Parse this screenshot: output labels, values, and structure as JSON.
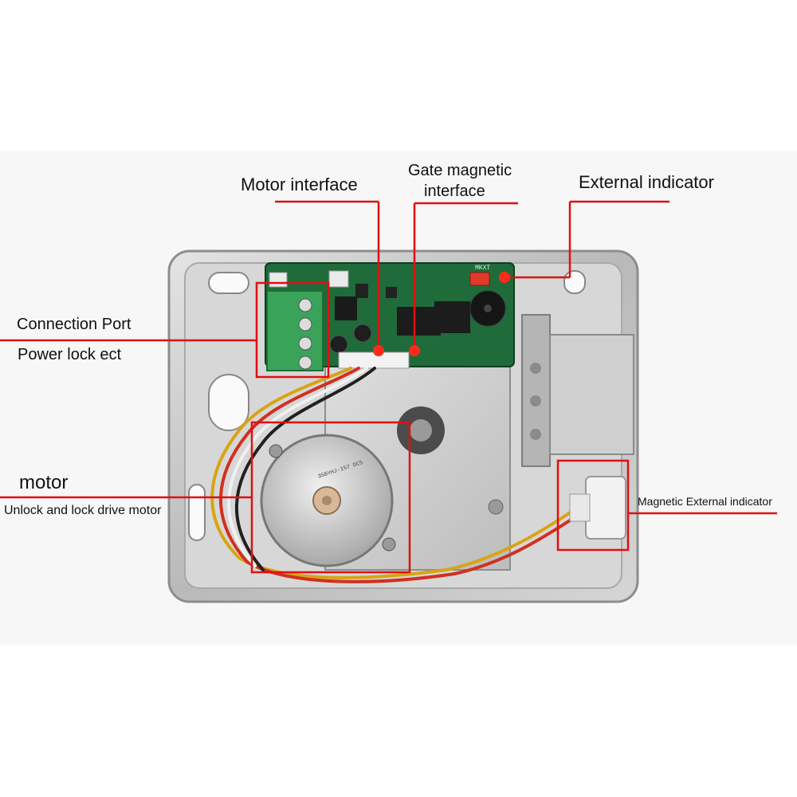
{
  "labels": {
    "motor_interface": "Motor interface",
    "gate_magnetic_line1": "Gate magnetic",
    "gate_magnetic_line2": "interface",
    "external_indicator": "External indicator",
    "connection_port": "Connection Port",
    "power_lock": "Power lock ect",
    "motor": "motor",
    "motor_desc": "Unlock and lock drive motor",
    "magnetic_external_indicator": "Magnetic External indicator"
  },
  "pcb_marking": "MKXT",
  "motor_marking": "35BYHJ-157 DC5",
  "colors": {
    "callout_red": "#e01010",
    "metal": "#c9c9c9",
    "pcb_green": "#1f6b3a",
    "terminal_green": "#3aa35a"
  },
  "icons": [
    "stepper-motor-icon",
    "terminal-block-icon",
    "buzzer-icon",
    "led-icon",
    "connector-icon"
  ]
}
